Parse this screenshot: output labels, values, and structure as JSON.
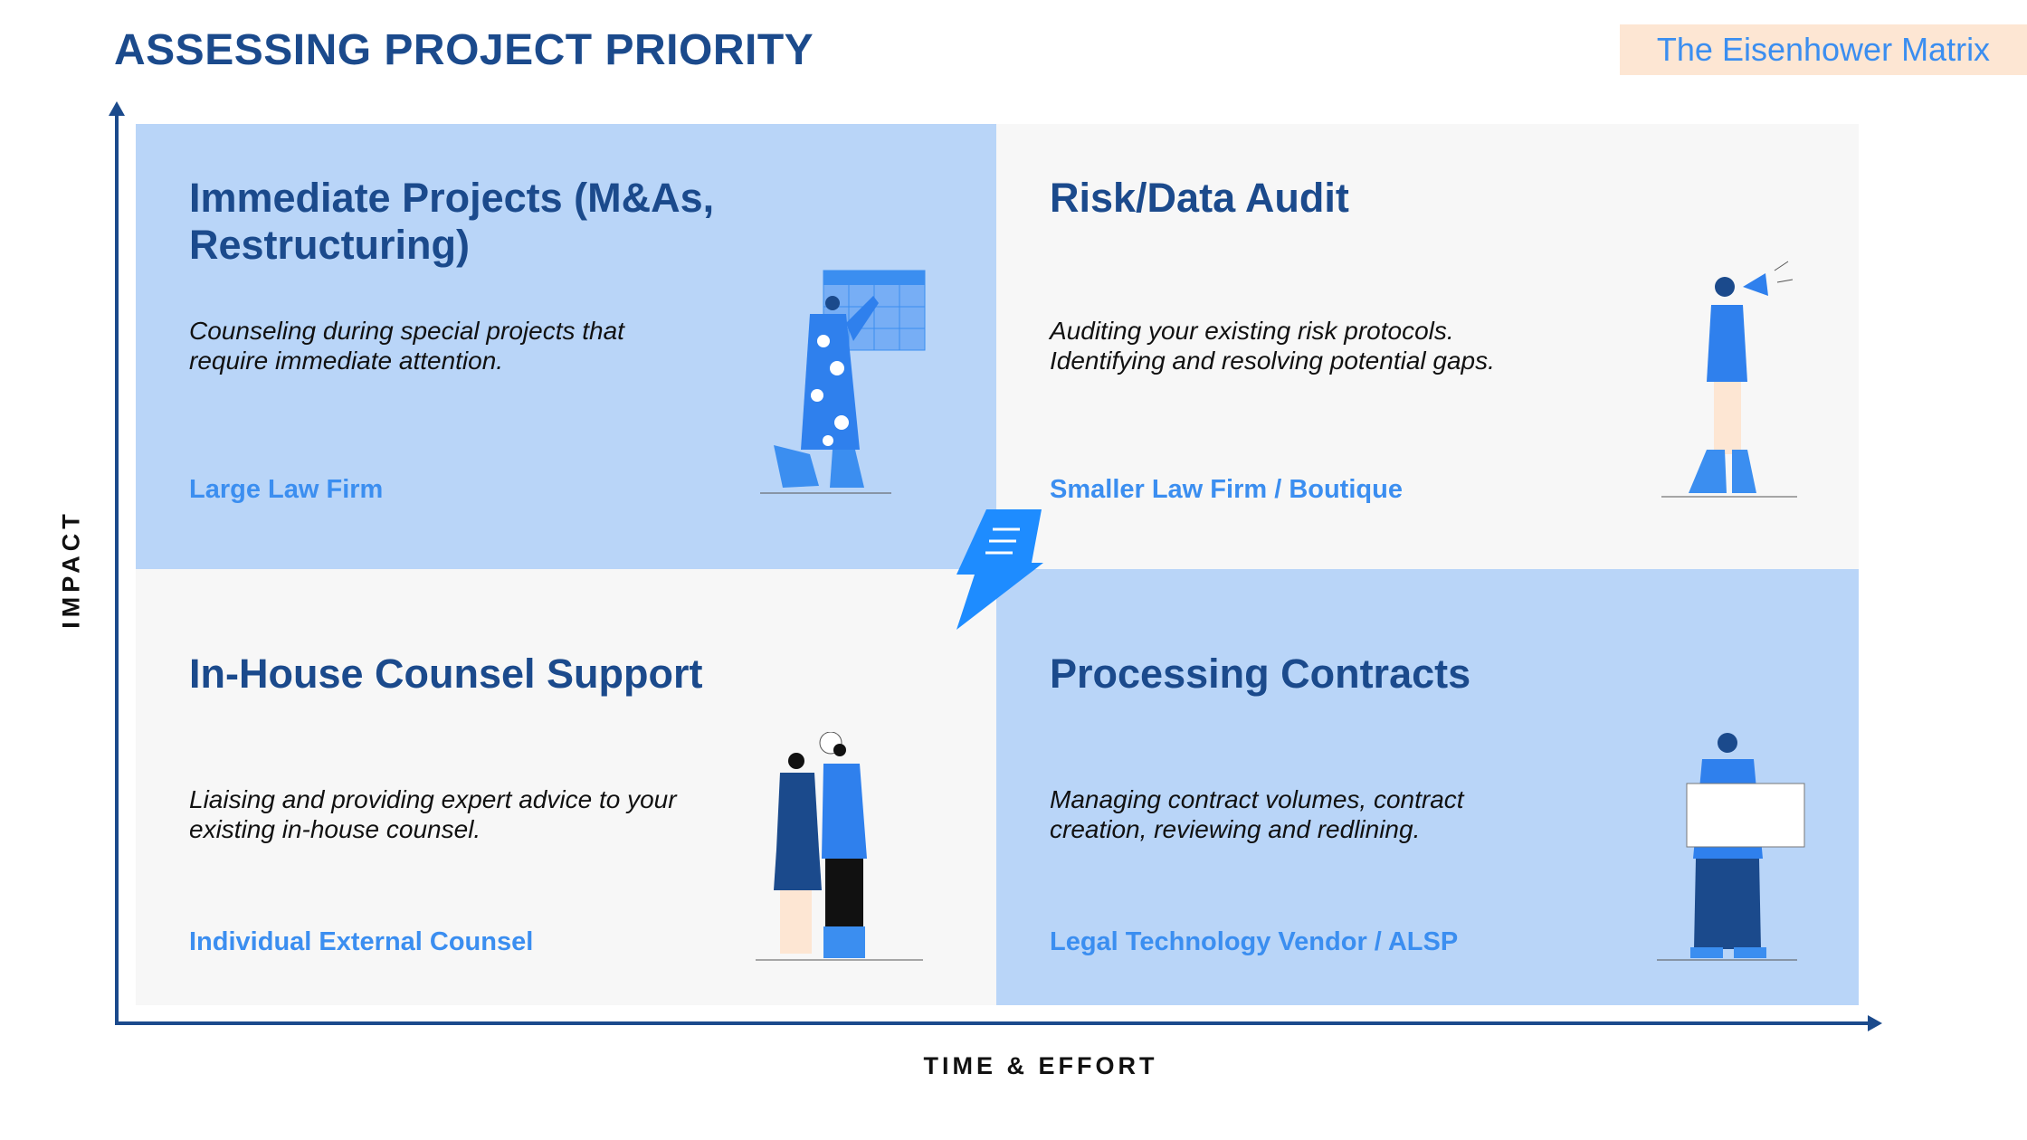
{
  "header": {
    "title": "ASSESSING PROJECT PRIORITY",
    "badge": "The Eisenhower Matrix"
  },
  "axes": {
    "y_label": "IMPACT",
    "x_label": "TIME & EFFORT"
  },
  "quadrants": [
    {
      "heading": "Immediate Projects (M&As, Restructuring)",
      "description": "Counseling during special projects that require immediate attention.",
      "label": "Large Law Firm"
    },
    {
      "heading": "Risk/Data Audit",
      "description": "Auditing your existing risk protocols. Identifying and resolving potential gaps.",
      "label": "Smaller Law Firm / Boutique"
    },
    {
      "heading": "In-House Counsel Support",
      "description": "Liaising and providing expert advice to your existing in-house counsel.",
      "label": "Individual External Counsel"
    },
    {
      "heading": "Processing Contracts",
      "description": "Managing contract volumes, contract creation, reviewing and redlining.",
      "label": "Legal Technology Vendor / ALSP"
    }
  ],
  "colors": {
    "primary": "#1b4a8c",
    "accent": "#3b8ef0",
    "quadrant_blue": "#b9d5f8",
    "quadrant_grey": "#f7f7f7",
    "badge_bg": "#fde6d3"
  }
}
